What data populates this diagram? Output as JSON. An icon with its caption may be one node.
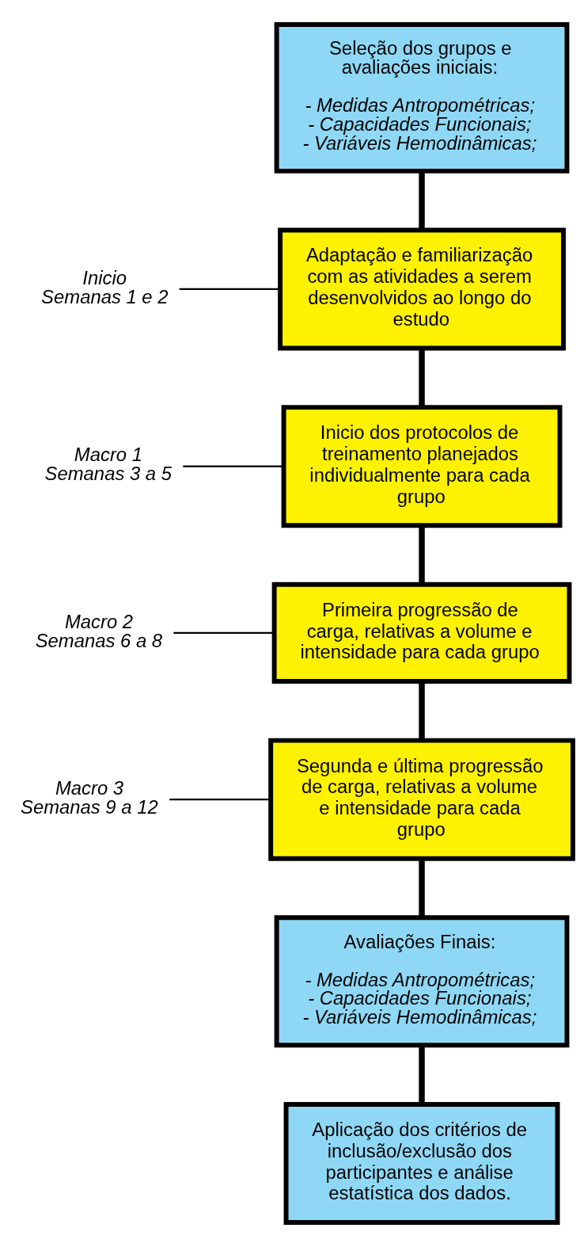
{
  "diagram": {
    "nodes": [
      {
        "text": [
          "Seleção dos grupos e avaliações iniciais:",
          "- Medidas Antropométricas;",
          "- Capacidades Funcionais;",
          "- Variáveis Hemodinâmicas;"
        ]
      },
      {
        "text": [
          "Inicio",
          "Semanas 1 e 2"
        ]
      },
      {
        "text": [
          "Adaptação e familiarização com as atividades a serem desenvolvidos ao longo do estudo"
        ]
      },
      {
        "text": [
          "Inicio dos protocolos de treinamento planejados individualmente para cada grupo"
        ]
      },
      {
        "text": [
          "Macro 1",
          "Semanas 3 a 5"
        ]
      },
      {
        "text": [
          "Macro 2",
          "Semanas 6 a 8"
        ]
      },
      {
        "text": [
          "Primeira progressão de carga, relativas a volume e intensidade para cada grupo"
        ]
      },
      {
        "text": [
          "Segunda e última progressão de carga, relativas a volume e intensidade para cada grupo"
        ]
      },
      {
        "text": [
          "Macro 3",
          "Semanas 9 a 12"
        ]
      },
      {
        "text": [
          "Avaliações Finais:",
          "- Medidas Antropométricas;",
          "- Capacidades Funcionais;",
          "- Variáveis Hemodinâmicas;"
        ]
      },
      {
        "text": [
          "Aplicação dos critérios de inclusão/exclusão dos participantes e análise estatística dos dados."
        ]
      }
    ],
    "edges": [
      {
        "from": 0,
        "to": 2,
        "arrow": "none"
      },
      {
        "from": 1,
        "to": 2,
        "arrow": "none"
      },
      {
        "from": 2,
        "to": 3,
        "arrow": "none"
      },
      {
        "from": 4,
        "to": 3,
        "arrow": "none"
      },
      {
        "from": 3,
        "to": 6,
        "arrow": "none"
      },
      {
        "from": 5,
        "to": 6,
        "arrow": "none"
      },
      {
        "from": 6,
        "to": 7,
        "arrow": "none"
      },
      {
        "from": 8,
        "to": 7,
        "arrow": "none"
      },
      {
        "from": 7,
        "to": 9,
        "arrow": "none"
      },
      {
        "from": 9,
        "to": 10,
        "arrow": "none"
      }
    ]
  }
}
